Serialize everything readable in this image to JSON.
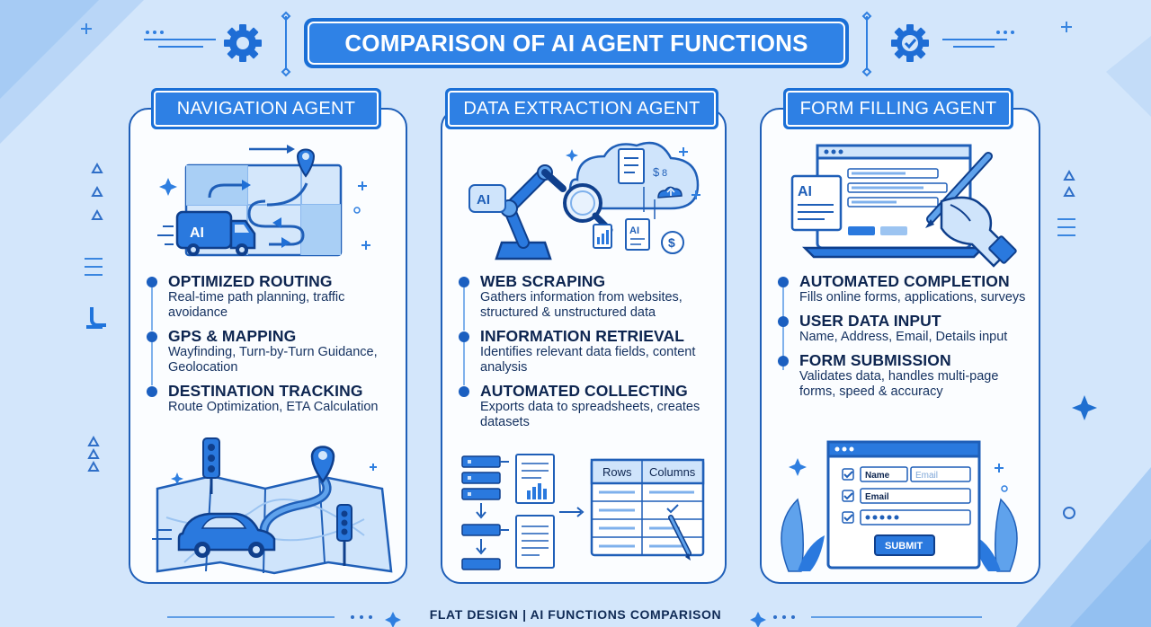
{
  "title": "COMPARISON OF AI AGENT FUNCTIONS",
  "colors": {
    "primary": "#1a6fd6",
    "background": "#d3e6fb",
    "card": "#fbfdff",
    "ink": "#0f2a55"
  },
  "cards": [
    {
      "title": "NAVIGATION AGENT",
      "illustration": {
        "van_label": "AI"
      },
      "features": [
        {
          "heading": "OPTIMIZED ROUTING",
          "description": "Real-time path planning, traffic avoidance"
        },
        {
          "heading": "GPS & MAPPING",
          "description": "Wayfinding, Turn-by-Turn Guidance, Geolocation"
        },
        {
          "heading": "DESTINATION TRACKING",
          "description": "Route Optimization, ETA Calculation"
        }
      ]
    },
    {
      "title": "DATA EXTRACTION AGENT",
      "illustration": {
        "arm_label": "AI",
        "doc_label": "AI",
        "currency_symbol": "$",
        "table_headers": [
          "Rows",
          "Columns"
        ]
      },
      "features": [
        {
          "heading": "WEB SCRAPING",
          "description": "Gathers information from websites, structured & unstructured data"
        },
        {
          "heading": "INFORMATION RETRIEVAL",
          "description": "Identifies relevant data fields, content analysis"
        },
        {
          "heading": "AUTOMATED COLLECTING",
          "description": "Exports data to spreadsheets, creates datasets"
        }
      ]
    },
    {
      "title": "FORM FILLING AGENT",
      "illustration": {
        "doc_label": "AI",
        "form_name_label": "Name",
        "form_email_placeholder": "Email",
        "form_email_label": "Email",
        "submit_label": "SUBMIT"
      },
      "features": [
        {
          "heading": "AUTOMATED COMPLETION",
          "description": "Fills online forms, applications, surveys"
        },
        {
          "heading": "USER DATA INPUT",
          "description": "Name, Address, Email, Details input"
        },
        {
          "heading": "FORM SUBMISSION",
          "description": "Validates data, handles multi-page forms, speed & accuracy"
        }
      ]
    }
  ],
  "footer": "FLAT DESIGN | AI FUNCTIONS COMPARISON"
}
